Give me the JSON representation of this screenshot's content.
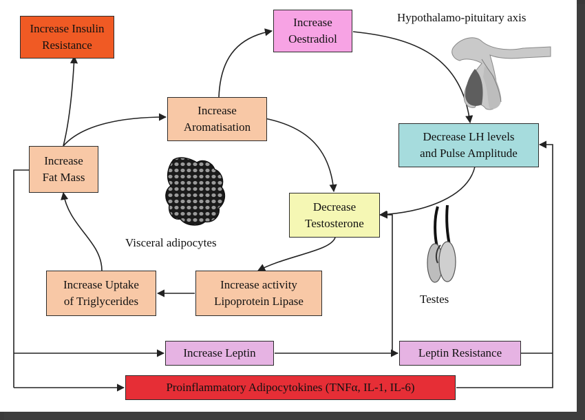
{
  "diagram": {
    "nodes": {
      "insulin": {
        "label": "Increase Insulin\nResistance",
        "color": "#f05a24"
      },
      "oestradiol": {
        "label": "Increase\nOestradiol",
        "color": "#f7a3e4"
      },
      "aromatisation": {
        "label": "Increase\nAromatisation",
        "color": "#f8c8a6"
      },
      "fat_mass": {
        "label": "Increase\nFat Mass",
        "color": "#f8c8a6"
      },
      "lh": {
        "label": "Decrease LH levels\nand Pulse Amplitude",
        "color": "#a6dcdd"
      },
      "testosterone": {
        "label": "Decrease\nTestosterone",
        "color": "#f5f7b4"
      },
      "uptake": {
        "label": "Increase Uptake\nof Triglycerides",
        "color": "#f8c8a6"
      },
      "lipase": {
        "label": "Increase activity\nLipoprotein Lipase",
        "color": "#f8c8a6"
      },
      "leptin": {
        "label": "Increase Leptin",
        "color": "#e6b3e3"
      },
      "leptin_resistance": {
        "label": "Leptin Resistance",
        "color": "#e6b3e3"
      },
      "adipocytokines": {
        "label": "Proinflammatory Adipocytokines (TNFα, IL-1, IL-6)",
        "color": "#e62e36"
      }
    },
    "captions": {
      "hypothalamus": "Hypothalamo-pituitary axis",
      "visceral": "Visceral adipocytes",
      "testes": "Testes"
    },
    "icons": {
      "hypothalamus": "hypothalamo-pituitary-icon",
      "adipocytes": "visceral-adipocytes-icon",
      "testes": "testes-icon"
    }
  }
}
